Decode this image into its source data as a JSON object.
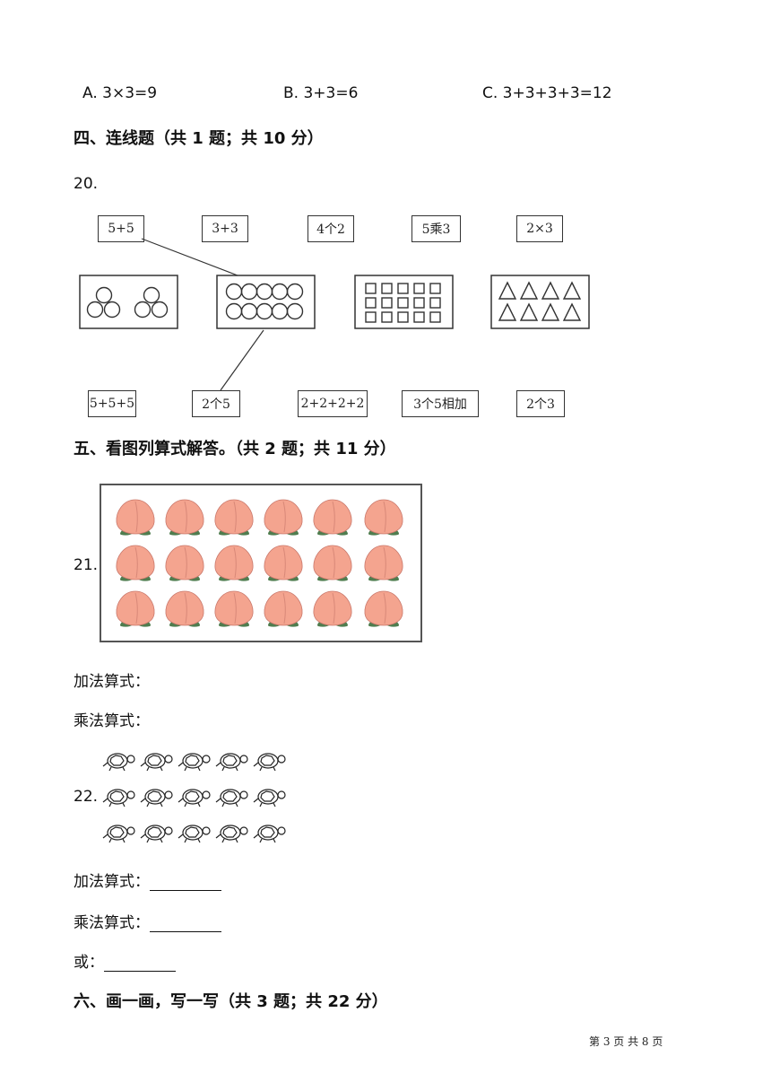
{
  "options": {
    "a": "A. 3×3=9",
    "b": "B. 3+3=6",
    "c": "C. 3+3+3+3=12"
  },
  "section4": {
    "title": "四、连线题（共 1 题；共 10 分）"
  },
  "q20": {
    "number": "20.",
    "top_boxes": [
      "5+5",
      "3+3",
      "4个2",
      "5乘3",
      "2×3"
    ],
    "bottom_boxes": [
      "5+5+5",
      "2个5",
      "2+2+2+2",
      "3个5相加",
      "2个3"
    ],
    "pictures": [
      "circles-3-and-3",
      "circles-2-rows-of-5",
      "squares-3-rows-of-5",
      "triangles-2-rows-of-4"
    ]
  },
  "section5": {
    "title": "五、看图列算式解答。（共 2 题；共 11 分）"
  },
  "q21": {
    "number": "21.",
    "picture": "peaches-3-rows-of-6",
    "addition_label": "加法算式：",
    "multiplication_label": "乘法算式："
  },
  "q22": {
    "number": "22.",
    "picture": "turtles-3-rows-of-5",
    "addition_label": "加法算式：",
    "multiplication_label": "乘法算式：",
    "or_label": "或："
  },
  "section6": {
    "title": "六、画一画，写一写（共 3 题；共 22 分）"
  },
  "footer": {
    "text": "第 3 页 共 8 页"
  },
  "colors": {
    "peach": "#f4a48f",
    "leaf": "#4f7d4f"
  }
}
